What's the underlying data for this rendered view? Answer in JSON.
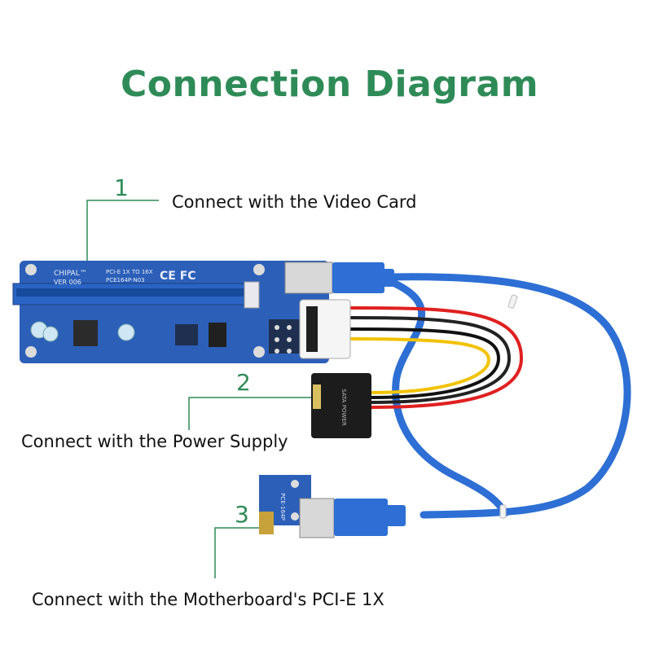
{
  "title": "Connection Diagram",
  "colors": {
    "accent": "#2e8b57",
    "board": "#2c5fb8",
    "cable": "#2d6fd4"
  },
  "steps": [
    {
      "number": "1",
      "label": "Connect with the Video Card"
    },
    {
      "number": "2",
      "label": "Connect with the Power Supply"
    },
    {
      "number": "3",
      "label": "Connect with the Motherboard's PCI-E 1X"
    }
  ],
  "board_text": {
    "brand": "CHIPAL™",
    "version": "VER 006",
    "model_line1": "PCI-E 1X TO 16X",
    "model_line2": "PCE164P-N03",
    "cert": "CE FC",
    "sata_label": "SATA POWER",
    "small_board": "PCE-164P"
  }
}
